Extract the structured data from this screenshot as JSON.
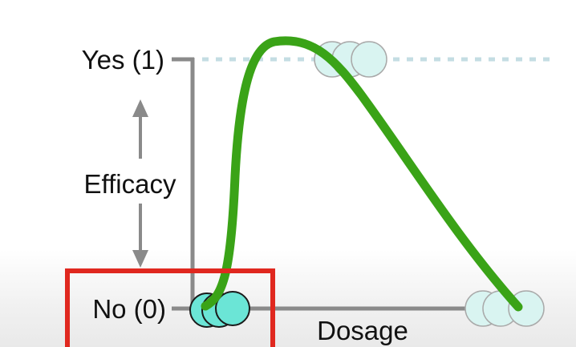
{
  "diagram": {
    "y_axis_top_label": "Yes (1)",
    "y_axis_bottom_label": "No (0)",
    "y_axis_title": "Efficacy",
    "x_axis_title": "Dosage",
    "highlight_box": "no-outcome-region",
    "colors": {
      "axis": "#8a8a8a",
      "curve": "#3aa317",
      "dot_dim_fill": "#d9f4f1",
      "dot_bright_fill": "#6be5d6",
      "dotted_line": "#c4dde3",
      "highlight": "#e0281f",
      "text": "#111111"
    }
  }
}
